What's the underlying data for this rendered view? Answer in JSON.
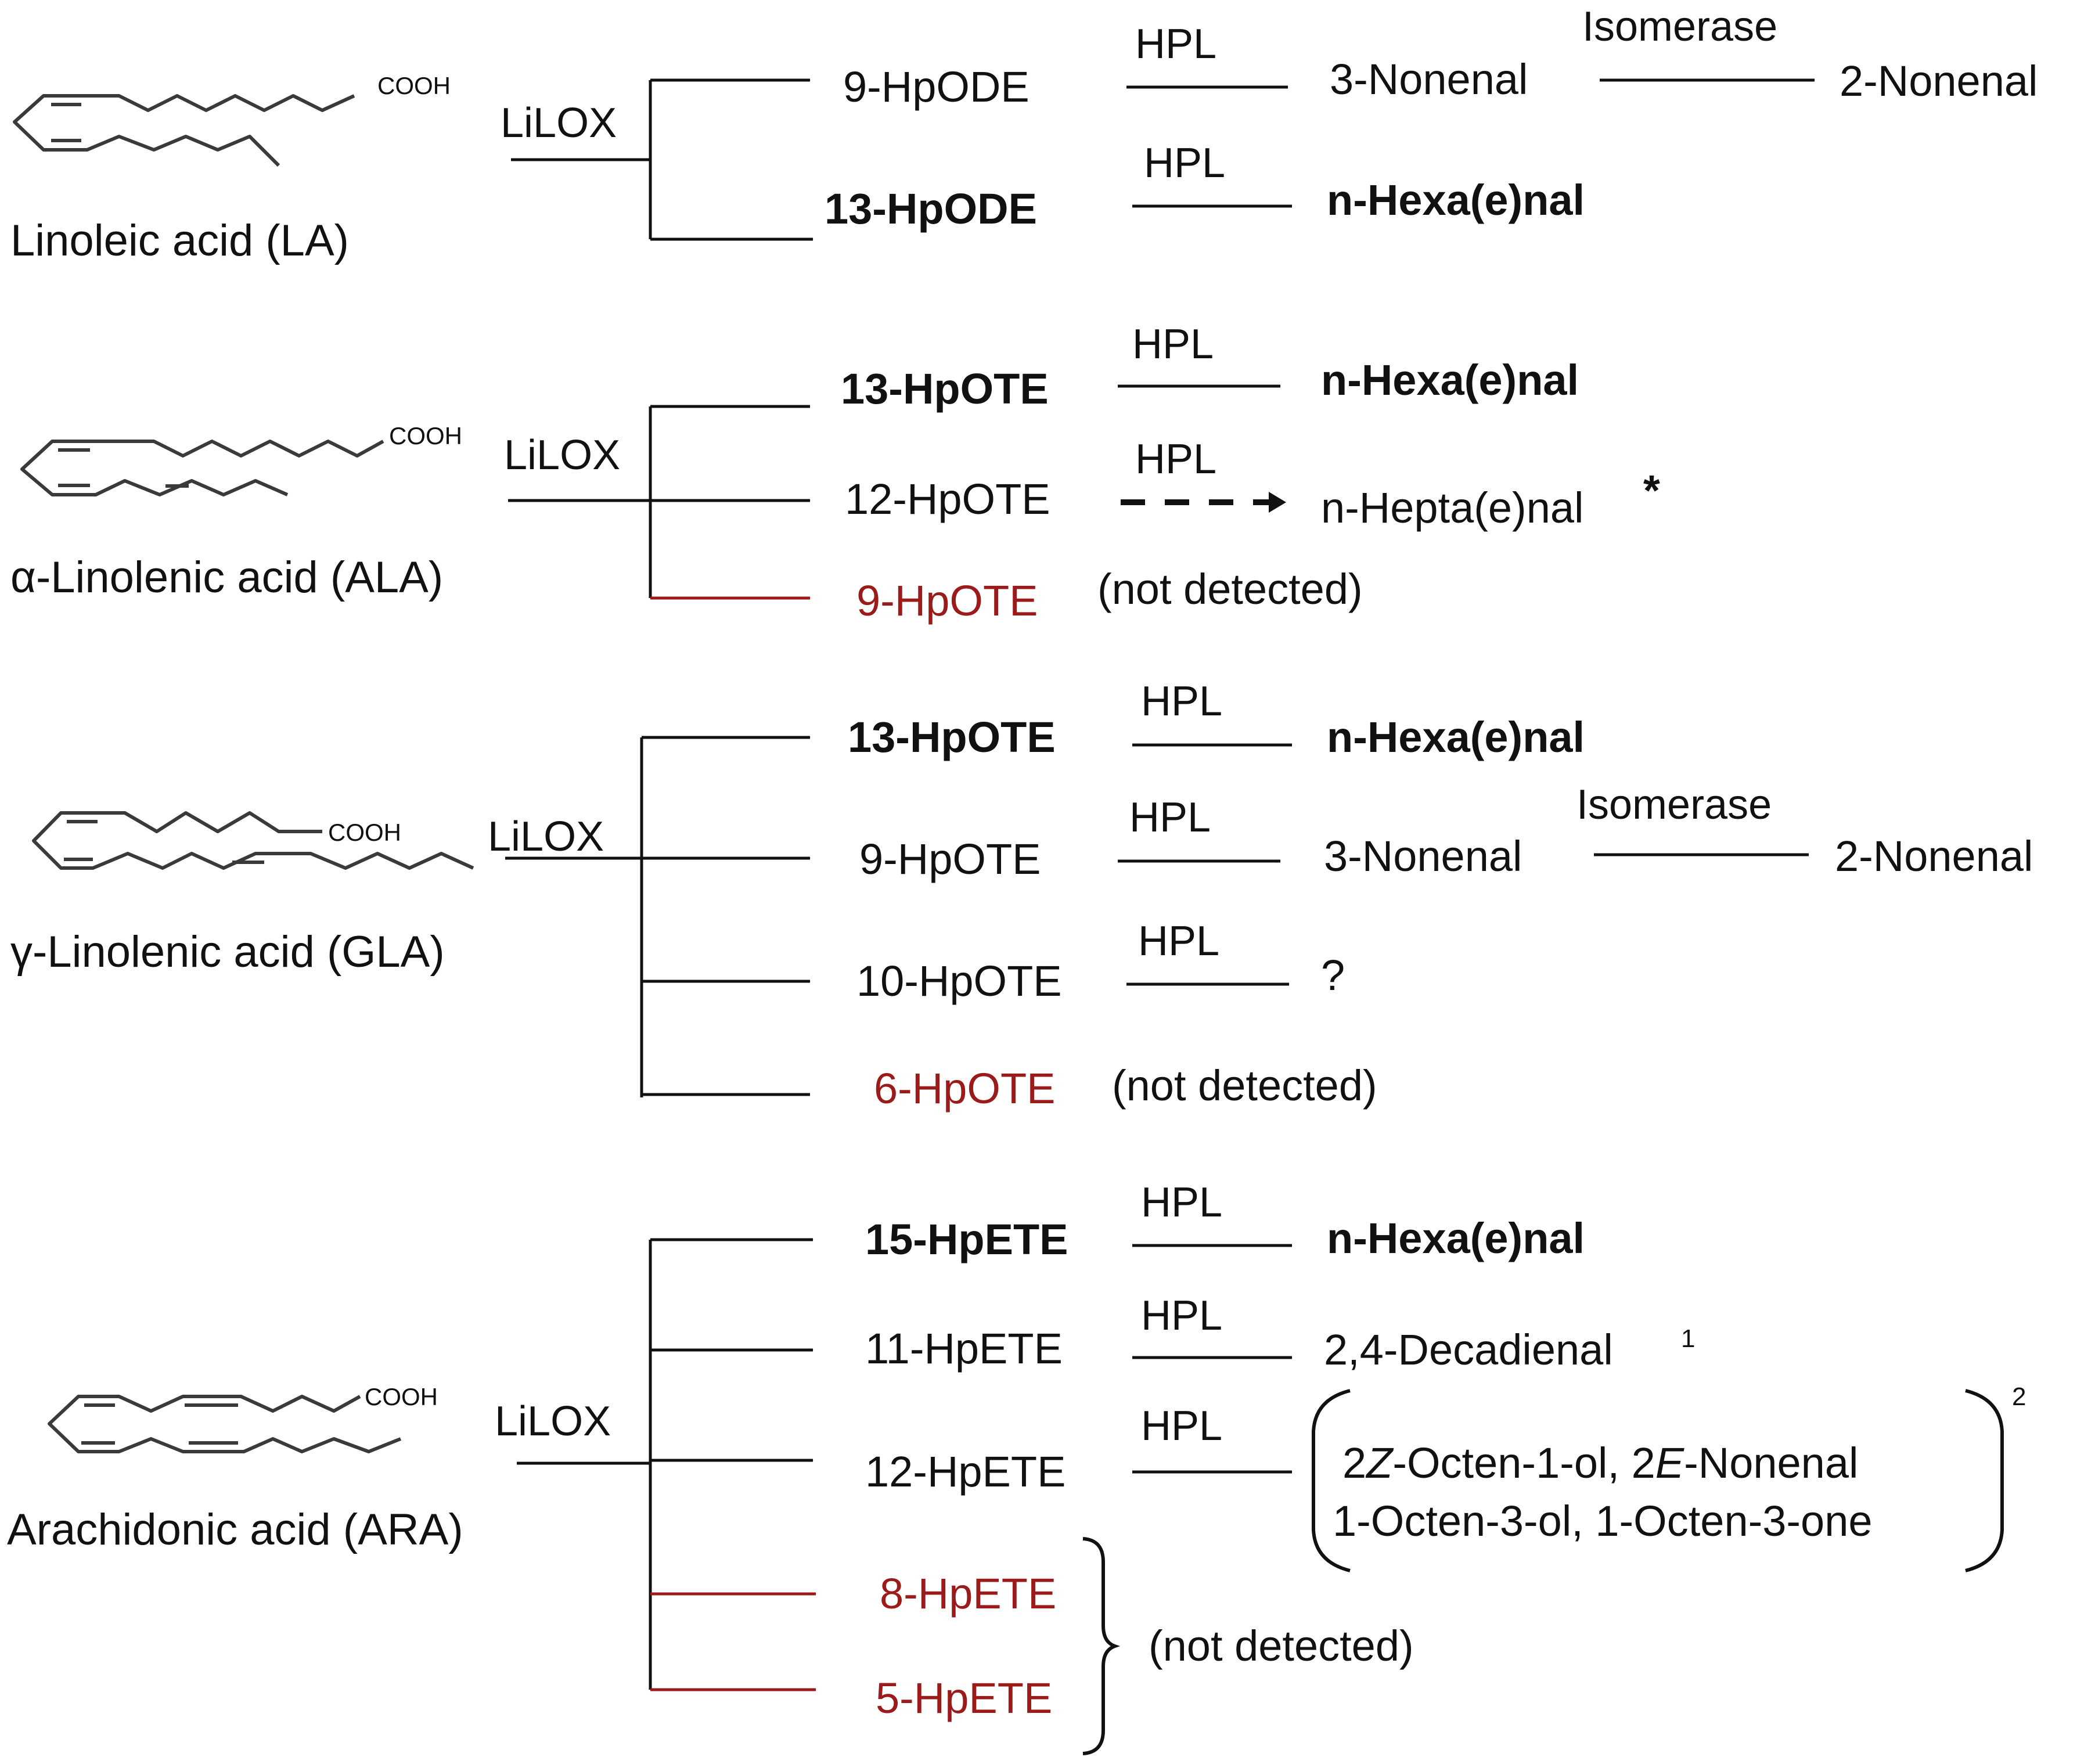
{
  "colors": {
    "text": "#111111",
    "not_detected": "#9b1b1b",
    "molecule_stroke": "#3a3a3a"
  },
  "cooh": "COOH",
  "lilox": "LiLOX",
  "hpl": "HPL",
  "isomerase": "Isomerase",
  "not_detected": "(not detected)",
  "la": {
    "substrate": "Linoleic acid (LA)",
    "p1": "9-HpODE",
    "p1_product": "3-Nonenal",
    "p1_final": "2-Nonenal",
    "p2": "13-HpODE",
    "p2_product": "n-Hexa(e)nal"
  },
  "ala": {
    "substrate": "α-Linolenic acid (ALA)",
    "p1": "13-HpOTE",
    "p1_product": "n-Hexa(e)nal",
    "p2": "12-HpOTE",
    "p2_product": "n-Hepta(e)nal",
    "p2_mark": "*",
    "p3": "9-HpOTE"
  },
  "gla": {
    "substrate": "γ-Linolenic acid (GLA)",
    "p1": "13-HpOTE",
    "p1_product": "n-Hexa(e)nal",
    "p2": "9-HpOTE",
    "p2_product": "3-Nonenal",
    "p2_final": "2-Nonenal",
    "p3": "10-HpOTE",
    "p3_product": "?",
    "p4": "6-HpOTE"
  },
  "ara": {
    "substrate": "Arachidonic acid (ARA)",
    "p1": "15-HpETE",
    "p1_product": "n-Hexa(e)nal",
    "p2": "11-HpETE",
    "p2_product": "2,4-Decadienal",
    "p2_sup": "1",
    "p3": "12-HpETE",
    "p3_line1_a": "2",
    "p3_line1_b": "Z",
    "p3_line1_c": "-Octen-1-ol, 2",
    "p3_line1_d": "E",
    "p3_line1_e": "-Nonenal",
    "p3_line2": "1-Octen-3-ol, 1-Octen-3-one",
    "p3_sup": "2",
    "p4": "8-HpETE",
    "p5": "5-HpETE"
  }
}
